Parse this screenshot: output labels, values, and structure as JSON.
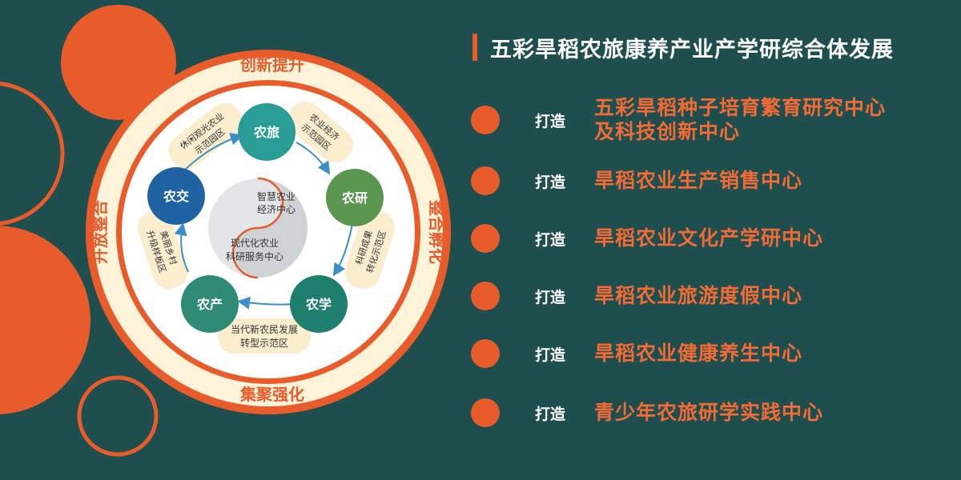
{
  "title": "五彩旱稻农旅康养产业产学研综合体发展",
  "outer_ring": {
    "top": "创新提升",
    "right": "整合孵化",
    "bottom": "集聚强化",
    "left": "开放整合"
  },
  "nodes": {
    "nonglv": "农旅",
    "nongyan": "农研",
    "nongxue": "农学",
    "nongchan": "农产",
    "nongjiao": "农交"
  },
  "center": {
    "top_line1": "智慧农业",
    "top_line2": "经济中心",
    "bottom_line1": "现代化农业",
    "bottom_line2": "科研服务中心"
  },
  "badges": {
    "upper_left": [
      "休闲观光农业",
      "示范园区"
    ],
    "upper_right": [
      "农业经济",
      "示范园区"
    ],
    "right": [
      "科研成果",
      "转化示范区"
    ],
    "bottom": [
      "当代新农民发展",
      "转型示范区"
    ],
    "left": [
      "美丽乡村",
      "升级样板区"
    ]
  },
  "items": [
    {
      "prefix": "打造",
      "text_line1": "五彩旱稻种子培育繁育研究中心",
      "text_line2": "及科技创新中心"
    },
    {
      "prefix": "打造",
      "text_line1": "旱稻农业生产销售中心"
    },
    {
      "prefix": "打造",
      "text_line1": "旱稻农业文化产学研中心"
    },
    {
      "prefix": "打造",
      "text_line1": "旱稻农业旅游度假中心"
    },
    {
      "prefix": "打造",
      "text_line1": "旱稻农业健康养生中心"
    },
    {
      "prefix": "打造",
      "text_line1": "青少年农旅研学实践中心"
    }
  ],
  "colors": {
    "background": "#1e4e4d",
    "accent": "#e85c2c",
    "cream": "#fdf3d9",
    "nonglv": "#2a9d96",
    "nongyan": "#5b9650",
    "nongxue": "#1f7f6f",
    "nongchan": "#2f8a76",
    "nongjiao": "#1f63a3"
  }
}
